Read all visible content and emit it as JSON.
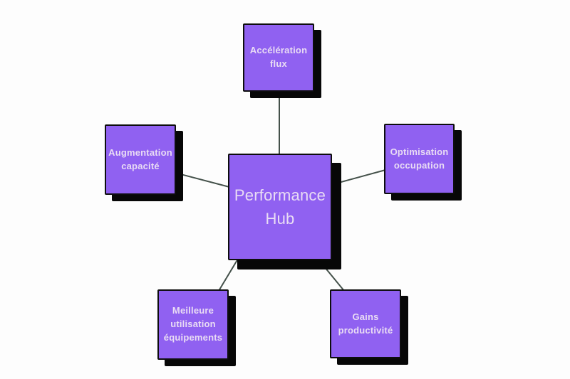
{
  "diagram": {
    "center": {
      "id": "performance-hub",
      "label": "Performance Hub"
    },
    "nodes": [
      {
        "id": "acceleration-flux",
        "label": "Accélération flux",
        "position": "top"
      },
      {
        "id": "augmentation-capacite",
        "label": "Augmentation capacité",
        "position": "left"
      },
      {
        "id": "optimisation-occupation",
        "label": "Optimisation occupation",
        "position": "right"
      },
      {
        "id": "meilleure-utilisation-equipements",
        "label": "Meilleure utilisation équipements",
        "position": "bottom-left"
      },
      {
        "id": "gains-productivite",
        "label": "Gains productivité",
        "position": "bottom-right"
      }
    ],
    "connections": [
      {
        "from": "performance-hub",
        "to": "acceleration-flux"
      },
      {
        "from": "performance-hub",
        "to": "augmentation-capacite"
      },
      {
        "from": "performance-hub",
        "to": "optimisation-occupation"
      },
      {
        "from": "performance-hub",
        "to": "meilleure-utilisation-equipements"
      },
      {
        "from": "performance-hub",
        "to": "gains-productivite"
      }
    ],
    "colors": {
      "node_fill": "#9061f1",
      "node_border": "#0d0d0d",
      "node_shadow": "#070707",
      "node_text": "#e9dcf4",
      "connector": "#44514a",
      "background": "#fdfdfd"
    }
  }
}
